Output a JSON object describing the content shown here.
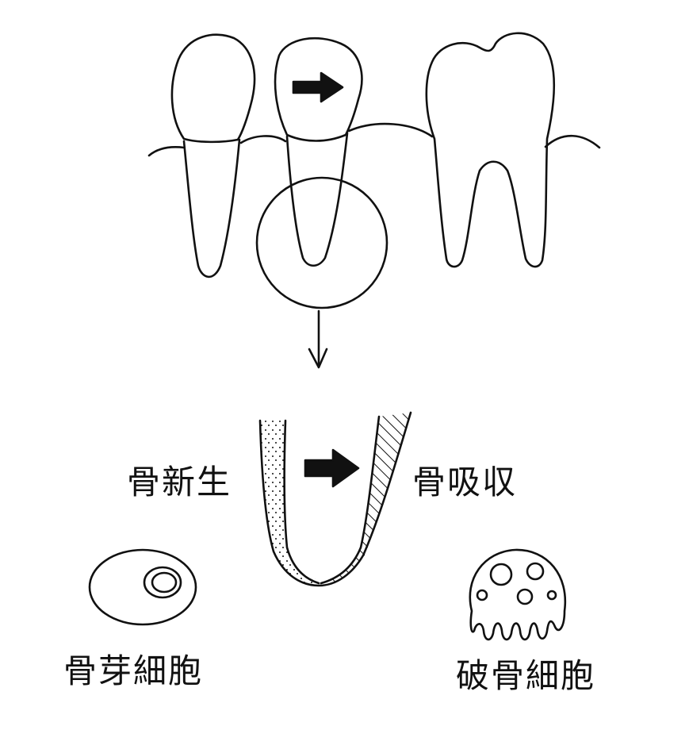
{
  "labels": {
    "bone_formation": "骨新生",
    "bone_resorption": "骨吸収",
    "osteoblast": "骨芽細胞",
    "osteoclast": "破骨細胞"
  },
  "colors": {
    "ink": "#111111",
    "background": "#ffffff"
  }
}
